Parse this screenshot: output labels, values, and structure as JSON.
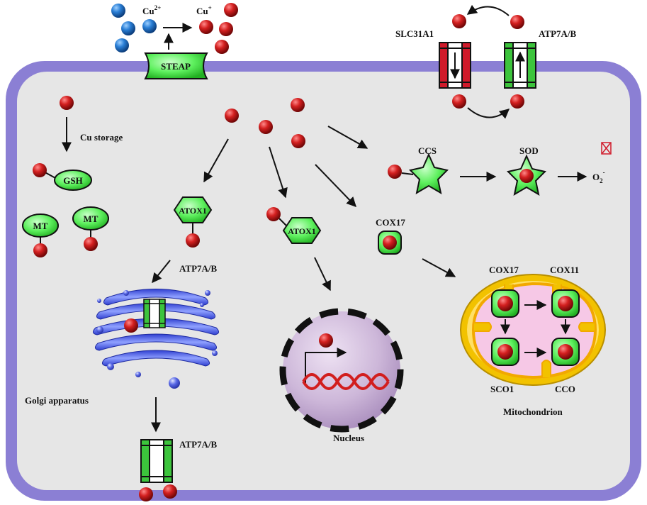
{
  "labels": {
    "cu2": "Cu",
    "cu2_sup": "2+",
    "cu1": "Cu",
    "cu1_sup": "+",
    "steap": "STEAP",
    "slc31a1": "SLC31A1",
    "atp7ab_top": "ATP7A/B",
    "cu_storage": "Cu storage",
    "gsh": "GSH",
    "mt_left": "MT",
    "mt_right": "MT",
    "atox1_left": "ATOX1",
    "atox1_center": "ATOX1",
    "atp7ab_golgi": "ATP7A/B",
    "golgi": "Golgi apparatus",
    "atp7ab_bottom": "ATP7A/B",
    "nucleus": "Nucleus",
    "ccs": "CCS",
    "sod": "SOD",
    "o2": "O",
    "o2_sub": "2",
    "o2_sup": "-",
    "cox17": "COX17",
    "cox17_mito": "COX17",
    "cox11_mito": "COX11",
    "sco1_mito": "SCO1",
    "cco_mito": "CCO",
    "mitochondrion": "Mitochondrion"
  },
  "colors": {
    "membrane": "#8b7fd4",
    "cytoplasm": "#e6e6e6",
    "copper_red": "#cc1f1f",
    "copper_blue": "#1f6fc9",
    "protein_green": "#5ef05e",
    "transporter_red": "#d01a2a",
    "golgi_blue": "#3f4fd8",
    "nucleus_fill": "#c9b3d6",
    "mito_outer": "#f2c200",
    "mito_inner": "#f6c8e6",
    "dna_red": "#d21e1e"
  },
  "icons": {
    "superoxide_marker": "boxed-x-icon"
  }
}
